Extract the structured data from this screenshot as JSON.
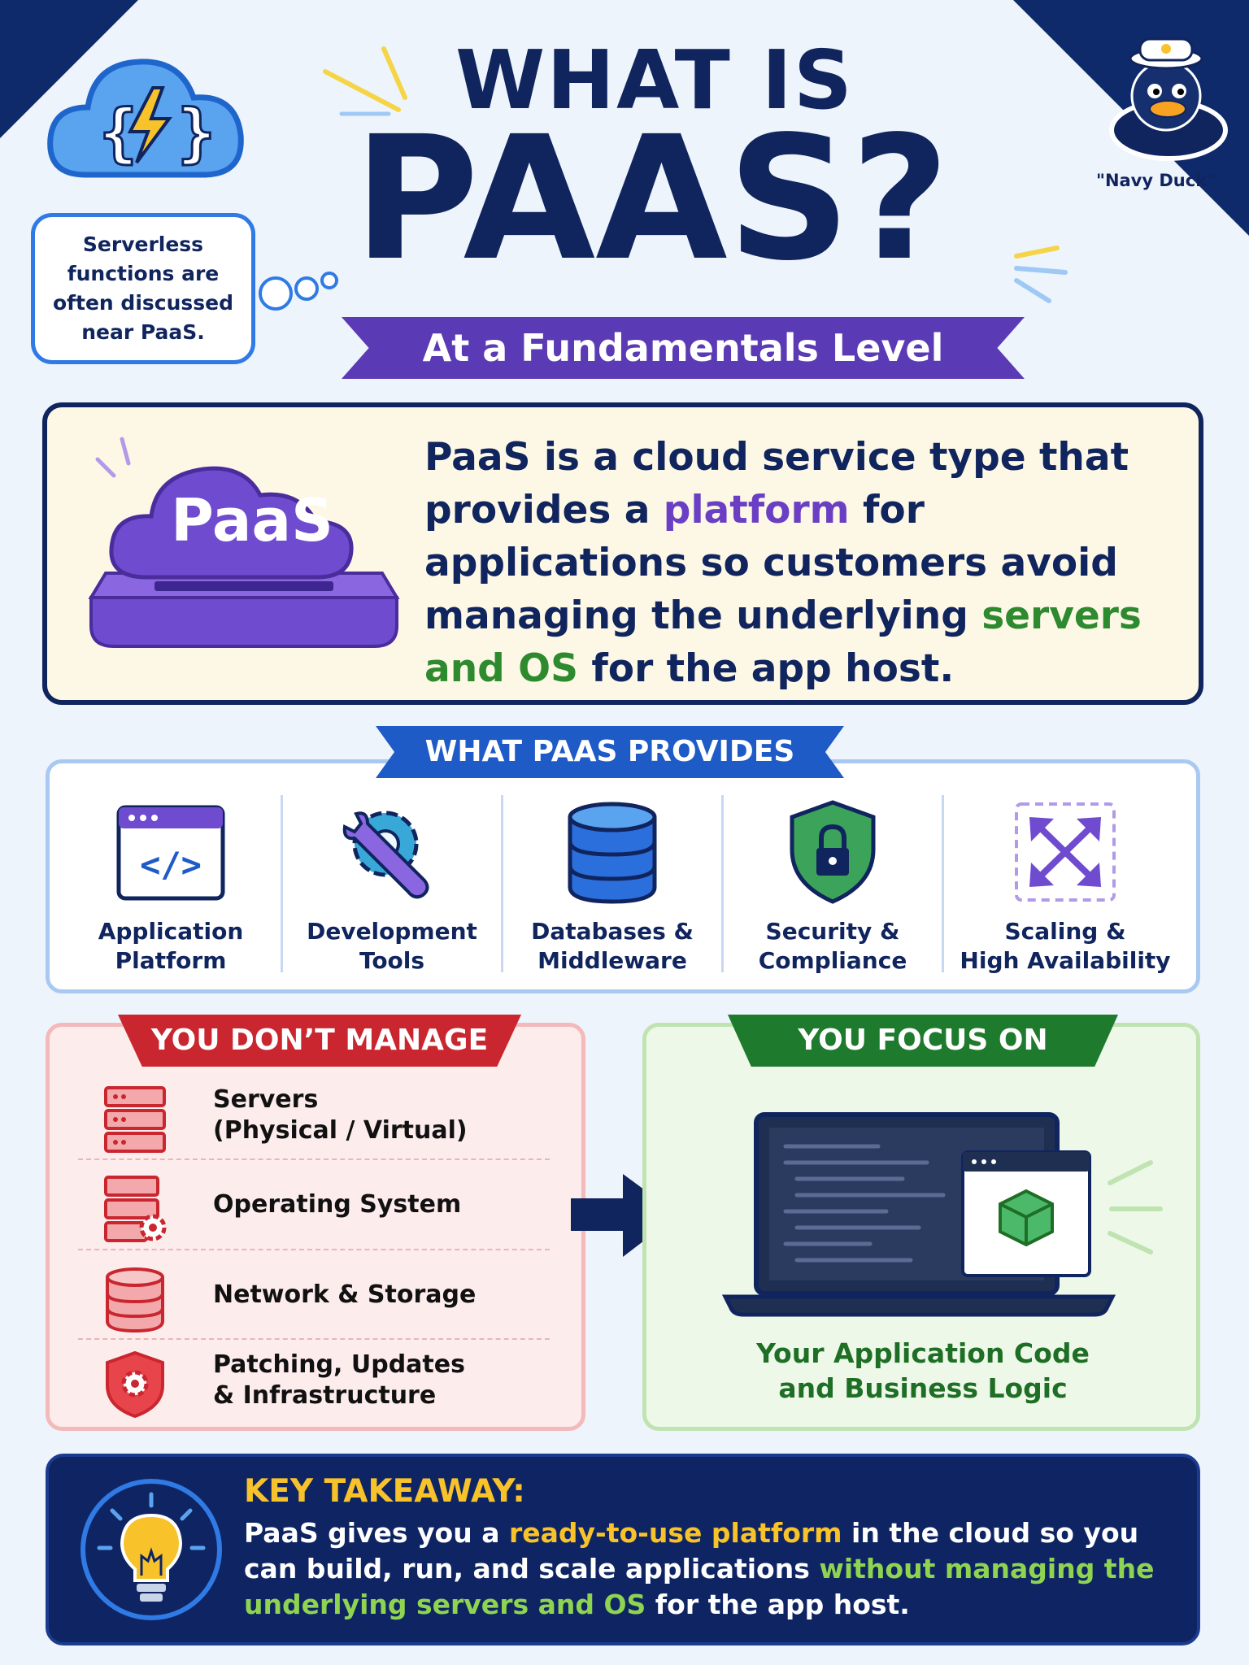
{
  "header": {
    "title_line1": "WHAT IS",
    "title_line2": "PAAS?",
    "subtitle": "At a Fundamentals Level",
    "side_note": "Serverless functions are often discussed near PaaS.",
    "mascot_label": "\"Navy Duck\""
  },
  "definition": {
    "badge": "PaaS",
    "p1": "PaaS is a cloud service type that provides a ",
    "h1": "platform",
    "p2": " for applications so customers avoid managing the underlying ",
    "h2": "servers and OS",
    "p3": " for the app host."
  },
  "provides": {
    "title": "WHAT PAAS PROVIDES",
    "items": [
      {
        "label": "Application\nPlatform",
        "icon": "code-window-icon"
      },
      {
        "label": "Development\nTools",
        "icon": "gear-wrench-icon"
      },
      {
        "label": "Databases &\nMiddleware",
        "icon": "database-icon"
      },
      {
        "label": "Security &\nCompliance",
        "icon": "shield-lock-icon"
      },
      {
        "label": "Scaling &\nHigh Availability",
        "icon": "expand-arrows-icon"
      }
    ]
  },
  "dont_manage": {
    "title": "YOU DON’T MANAGE",
    "items": [
      {
        "label": "Servers\n(Physical / Virtual)",
        "icon": "server-rack-icon"
      },
      {
        "label": "Operating System",
        "icon": "server-gear-icon"
      },
      {
        "label": "Network & Storage",
        "icon": "storage-cylinder-icon"
      },
      {
        "label": "Patching, Updates\n& Infrastructure",
        "icon": "shield-gear-icon"
      }
    ]
  },
  "focus_on": {
    "title": "YOU FOCUS ON",
    "caption": "Your Application Code\nand Business Logic"
  },
  "takeaway": {
    "title": "KEY TAKEAWAY:",
    "p1": "PaaS gives you a ",
    "h1": "ready-to-use platform",
    "p2": " in the cloud so you can build, run, and scale applications ",
    "h2": "without managing the underlying servers and OS",
    "p3": " for the app host."
  },
  "colors": {
    "navy": "#10245e",
    "purple": "#5b3bb5",
    "blue": "#1e5bc7",
    "red": "#c9262f",
    "green": "#1e7a2c",
    "yellow": "#f8c22a"
  }
}
